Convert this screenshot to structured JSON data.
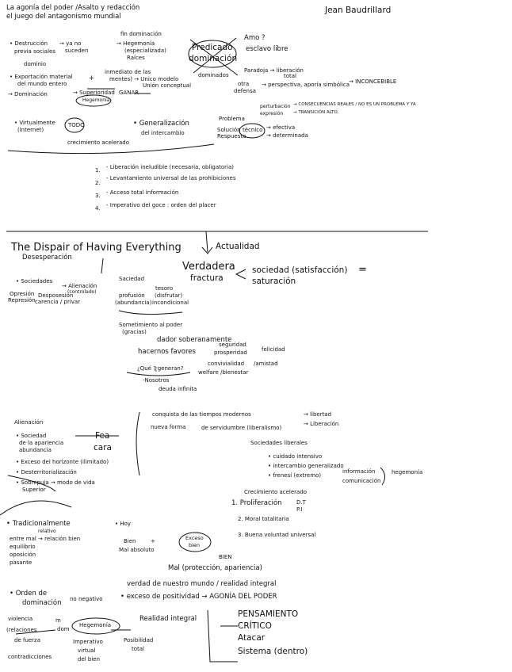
{
  "header": {
    "topic_line1": "La agonía del poder /Asalto y redacción",
    "topic_line2": "el juego del antagonismo mundial",
    "author": "Jean Baudrillard"
  },
  "part1": {
    "desctruccion": "• Destrucción",
    "ya_no_suceden": "→ ya no",
    "ya_no_suceden2": "suceden",
    "previo_social": "previa sociales",
    "dominio": "dominio",
    "fin_dominacion": "fin dominación",
    "hegemonia_especializada": "→ Hegemonía",
    "especializada": "(especializada)",
    "raices": "Raíces",
    "predicado_dominacion": "Predicado",
    "predicado_dominacion2": "dominación",
    "amo": "Amo ?",
    "esclavo": "esclavo libre",
    "exportacion": "• Exportación material",
    "mundo_entero": "del mundo entero",
    "plus": "+",
    "inmediato": "inmediato de las",
    "mentes": "mentes) → Unico modelo",
    "union_conceptual": "Unión conceptual",
    "dominador": "dominados",
    "paradoja": "Paradoja → liberación",
    "total": "total",
    "dominacion": "→ Dominación",
    "superioridad": "→ Superioridad",
    "hegemonia_oval": "Hegemonía",
    "ganar": "GANAR",
    "otra_perspectiva": "otra",
    "defensa": "defensa",
    "perspectiva": "→ perspectiva, aporía simbólica",
    "inconcebible": "→ INCONCEBIBLE",
    "virtualmente": "• Virtualmente",
    "internet": "(internet)",
    "todo": "TODO",
    "crecimiento": "crecimiento acelerado",
    "generalizacion": "• Generalización",
    "intercambio": "del intercambio",
    "problema": "Problema",
    "solucion": "Solución",
    "respuesta": "Respuesta",
    "tecnico": "técnico",
    "perturbacion": "perturbación",
    "expresion": "expresión",
    "consecuencias": "→ CONSECUENCIAS REALES / NO ES UN PROBLEMA Y YA",
    "transicion": "→ TRANSICIÓN ALTO.",
    "efectiva": "→ efectiva",
    "determinada": "→ determinada"
  },
  "list1": {
    "n1": "1.",
    "i1": "- Liberación ineludible (necesaria, obligatoria)",
    "n2": "2.",
    "i2": "- Levantamiento universal de las prohibiciones",
    "n3": "3.",
    "i3": "- Acceso total información",
    "n4": "4.",
    "i4": "- Imperativo del goce : orden del placer"
  },
  "part2": {
    "title": "The Dispair of Having Everything",
    "desesperacion": "Desesperación",
    "actualidad": "Actualidad",
    "verdadera": "Verdadera",
    "fractura": "fractura",
    "sociedad": "sociedad (satisfacción)",
    "saturacion": "saturación",
    "equal": "=",
    "sociedades": "• Sociedades",
    "alienacion": "→ Alienación",
    "alienacion2": "(controlado)",
    "saciedad": "Saciedad",
    "opresion": "Opresión",
    "represion": "Represión",
    "desposesion": "Desposesión",
    "carencia": "carencia / privar",
    "profusion": "profusión",
    "abundancia": "(abundancia)",
    "tesoro": "tesoro",
    "tesoro2": "(disfrutar)",
    "incondicional": "incondicional",
    "sometimiento": "Sometimiento al poder",
    "gracias": "(gracias)",
    "dador": "dador soberanamente",
    "hacernos": "hacernos favores",
    "seguridad": "seguridad",
    "prosperidad": "prosperidad",
    "felicidad": "felicidad",
    "que": "¿Qué ?",
    "generan": "¿generan?",
    "convivialidad": "convivialidad",
    "amistad": "/amistad",
    "welfare": "welfare /bienestar",
    "nosotros": "-Nosotros",
    "deuda": "deuda infinita"
  },
  "part3": {
    "alienacion": "Alienación",
    "sociedad_apariencia": "• Sociedad",
    "de_la": "de la apariencia",
    "abundancia": "abundancia",
    "espacio": "• Exceso del horizonte (ilimitado)",
    "des": "• Desterritorialización",
    "sobrepuja": "• Sobrepuja → modo de vida",
    "superior": "Superior",
    "fea": "Fea",
    "cara": "cara",
    "conquista": "conquista de las tiempos modernos",
    "nueva": "nueva forma",
    "servidumbre": "de servidumbre (liberalismo)",
    "libertad": "→ libertad",
    "liberacion": "→ Liberación",
    "sociedades": "Sociedades liberales",
    "cuidado": "• cuidado intensivo",
    "intercambio": "• intercambio generalizado",
    "frenesi": "• frenesí (extremo)",
    "informacion": "información",
    "comunicacion": "comunicación",
    "hegemonia": "hegemonía"
  },
  "part4": {
    "crecimiento": "Crecimiento acelerado",
    "proliferacion": "1. Proliferación",
    "dt": "D.T",
    "pi": "P.I",
    "moral": "2. Moral totalitaria",
    "buena": "3. Buena voluntad universal",
    "tradicionalmente": "• Tradicionalmente",
    "relativo": "relativo",
    "entre": "entre mal → relación bien",
    "equilibrio": "equilibrio",
    "oposicion": "oposición",
    "pasante": "pasante",
    "hoy": "• Hoy",
    "bien": "Bien",
    "plus": "+",
    "mal": "Mal absoluto",
    "exceso": "Exceso",
    "exceso2": "bien",
    "bien_top": "BIEN",
    "mal_proteccion": "Mal (protección, apariencia)",
    "verdad": "verdad de nuestro mundo / realidad integral",
    "orden": "• Orden de",
    "dominacion": "dominación",
    "no_negativo": "no negativo",
    "exceso_positividad": "• exceso de positividad → AGONÍA DEL PODER",
    "violencia": "violencia",
    "relaciones": "(relaciones",
    "de_fuerza": "de fuerza",
    "contradicciones": "contradicciones",
    "m": "m",
    "dom": "dom",
    "hegemonia": "Hegemonía",
    "realidad_integral": "Realidad integral",
    "imperativo": "Imperativo",
    "virtual": "virtual",
    "del_bien": "del bien",
    "posibilidad": "Posibilidad",
    "total": "total",
    "pensamiento": "PENSAMIENTO",
    "critico": "CRÍTICO",
    "atacar": "Atacar",
    "sistema": "Sistema (dentro)"
  }
}
